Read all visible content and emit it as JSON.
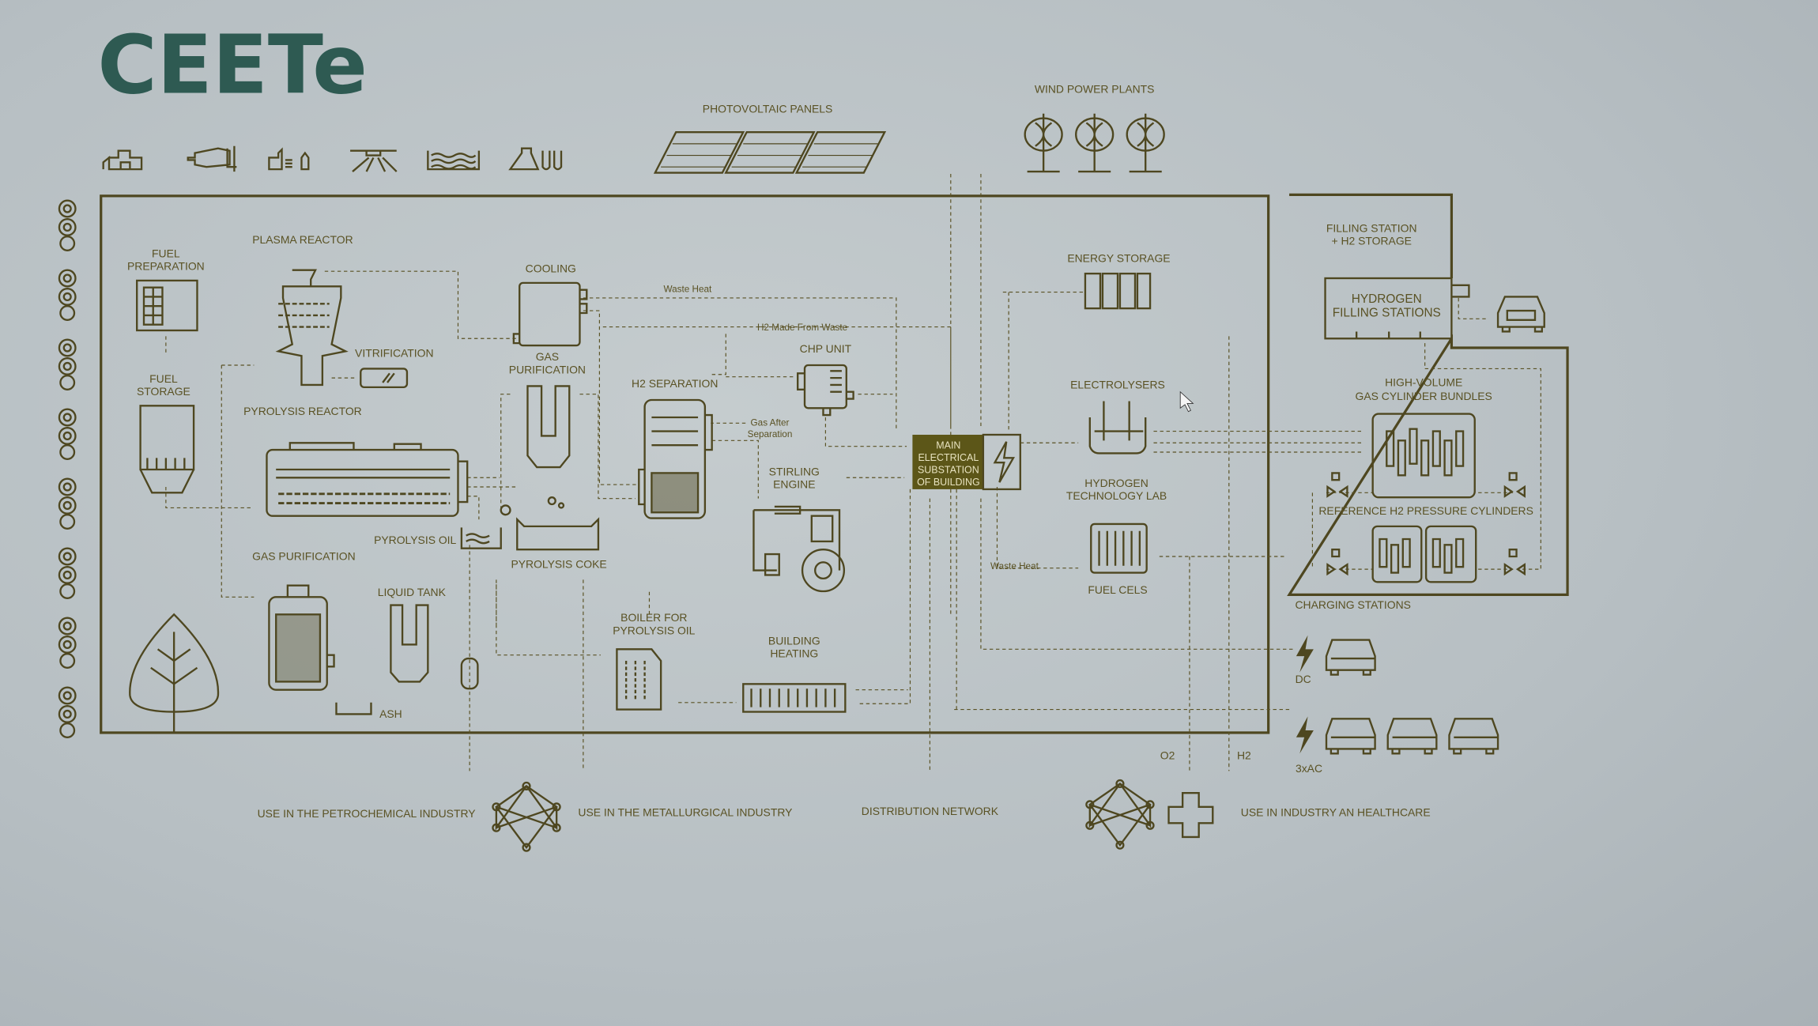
{
  "title": "CEETe",
  "top": {
    "icons": [
      "city-icon",
      "waste-truck-icon",
      "recycling-bins-icon",
      "sprinkler-icon",
      "water-wave-icon",
      "laboratory-icon"
    ],
    "pv_label": "PHOTOVOLTAIC PANELS",
    "wind_label": "WIND POWER PLANTS"
  },
  "main": {
    "fuel_prep": [
      "FUEL",
      "PREPARATION"
    ],
    "plasma_reactor": "PLASMA REACTOR",
    "fuel_storage": [
      "FUEL",
      "STORAGE"
    ],
    "vitrification": "VITRIFICATION",
    "pyrolysis_reactor": "PYROLYSIS REACTOR",
    "cooling": "COOLING",
    "gas_purification_1": [
      "GAS",
      "PURIFICATION"
    ],
    "h2_separation": "H2 SEPARATION",
    "chp_unit": "CHP UNIT",
    "waste_heat_1": "Waste Heat",
    "h2_from_waste": "H2 Made From Waste",
    "gas_after_sep": [
      "Gas After",
      "Separation"
    ],
    "stirling": [
      "STIRLING",
      "ENGINE"
    ],
    "pyrolysis_oil": "PYROLYSIS OIL",
    "pyrolysis_coke": "PYROLYSIS COKE",
    "gas_purification_2": "GAS PURIFICATION",
    "liquid_tank": "LIQUID TANK",
    "ash": "ASH",
    "boiler": [
      "BOILER FOR",
      "PYROLYSIS OIL"
    ],
    "building_heating": [
      "BUILDING",
      "HEATING"
    ],
    "substation": [
      "MAIN",
      "ELECTRICAL",
      "SUBSTATION",
      "OF BUILDING"
    ],
    "energy_storage": "ENERGY STORAGE",
    "electrolysers": "ELECTROLYSERS",
    "h2_lab": [
      "HYDROGEN",
      "TECHNOLOGY LAB"
    ],
    "waste_heat_2": "Waste Heat",
    "fuel_cells": "FUEL CELS"
  },
  "right": {
    "filling_station": [
      "FILLING STATION",
      "+ H2 STORAGE"
    ],
    "h2_filling": [
      "HYDROGEN",
      "FILLING STATIONS"
    ],
    "bundles": [
      "HIGH-VOLUME",
      "GAS CYLINDER BUNDLES"
    ],
    "reference": "REFERENCE H2 PRESSURE CYLINDERS",
    "charging": "CHARGING STATIONS",
    "dc": "DC",
    "ac": "3xAC",
    "o2": "O2",
    "h2": "H2"
  },
  "bottom": {
    "petrochemical": "USE IN THE PETROCHEMICAL INDUSTRY",
    "metallurgical": "USE IN THE METALLURGICAL INDUSTRY",
    "distribution": "DISTRIBUTION NETWORK",
    "healthcare": "USE IN INDUSTRY AN HEALTHCARE"
  },
  "colors": {
    "line": "#4e4720",
    "title": "#2e5a52",
    "substation": "#5c5618",
    "background": "#b9c1c5"
  }
}
